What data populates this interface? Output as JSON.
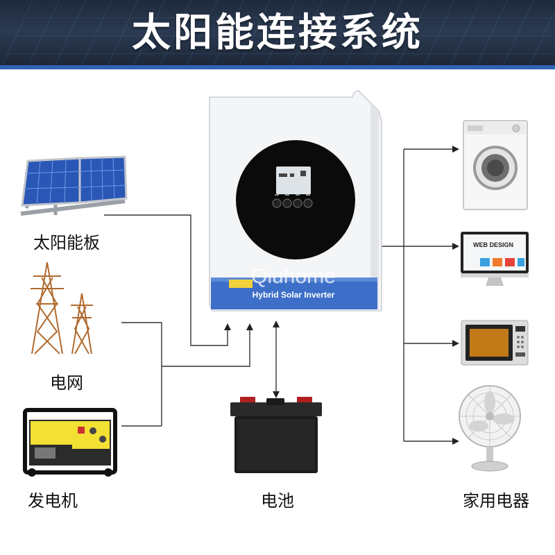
{
  "header": {
    "title": "太阳能连接系统"
  },
  "inverter": {
    "watermark": "Qiuhome",
    "product_label": "Hybrid Solar Inverter"
  },
  "sources": {
    "solar_panel": "太阳能板",
    "grid": "电网",
    "generator": "发电机"
  },
  "battery": {
    "label": "电池"
  },
  "appliances": {
    "label": "家用电器",
    "monitor_text": "WEB DESIGN"
  },
  "colors": {
    "header_bg": "#1e2a3c",
    "accent_blue": "#2f63b8",
    "inverter_band": "#3d6fc8",
    "line": "#333333"
  }
}
